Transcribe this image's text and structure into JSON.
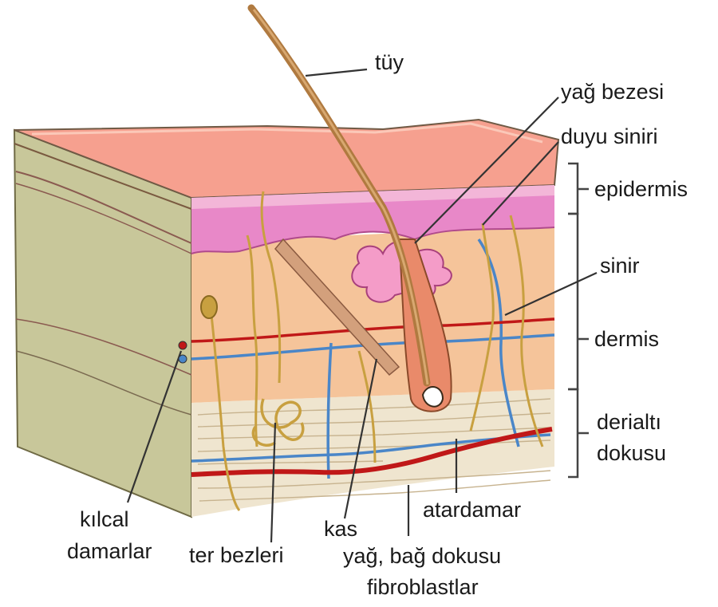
{
  "labels": {
    "hair": "tüy",
    "sebaceous_gland": "yağ bezesi",
    "sensory_nerve": "duyu siniri",
    "epidermis": "epidermis",
    "nerve": "sinir",
    "dermis": "dermis",
    "subcutaneous_line1": "derialtı",
    "subcutaneous_line2": "dokusu",
    "capillaries_line1": "kılcal",
    "capillaries_line2": "damarlar",
    "sweat_glands": "ter bezleri",
    "muscle": "kas",
    "artery": "atardamar",
    "fat_connective_line1": "yağ, bağ dokusu",
    "fat_connective_line2": "fibroblastlar"
  },
  "colors": {
    "skin_surface": "#f6a08f",
    "epidermis": "#e888c8",
    "dermis": "#f5c49a",
    "subcutaneous": "#efe5cf",
    "side_face": "#c8c79a",
    "artery": "#c01818",
    "vein": "#4a86c8",
    "nerve": "#c8a040",
    "hair": "#b07a40"
  }
}
